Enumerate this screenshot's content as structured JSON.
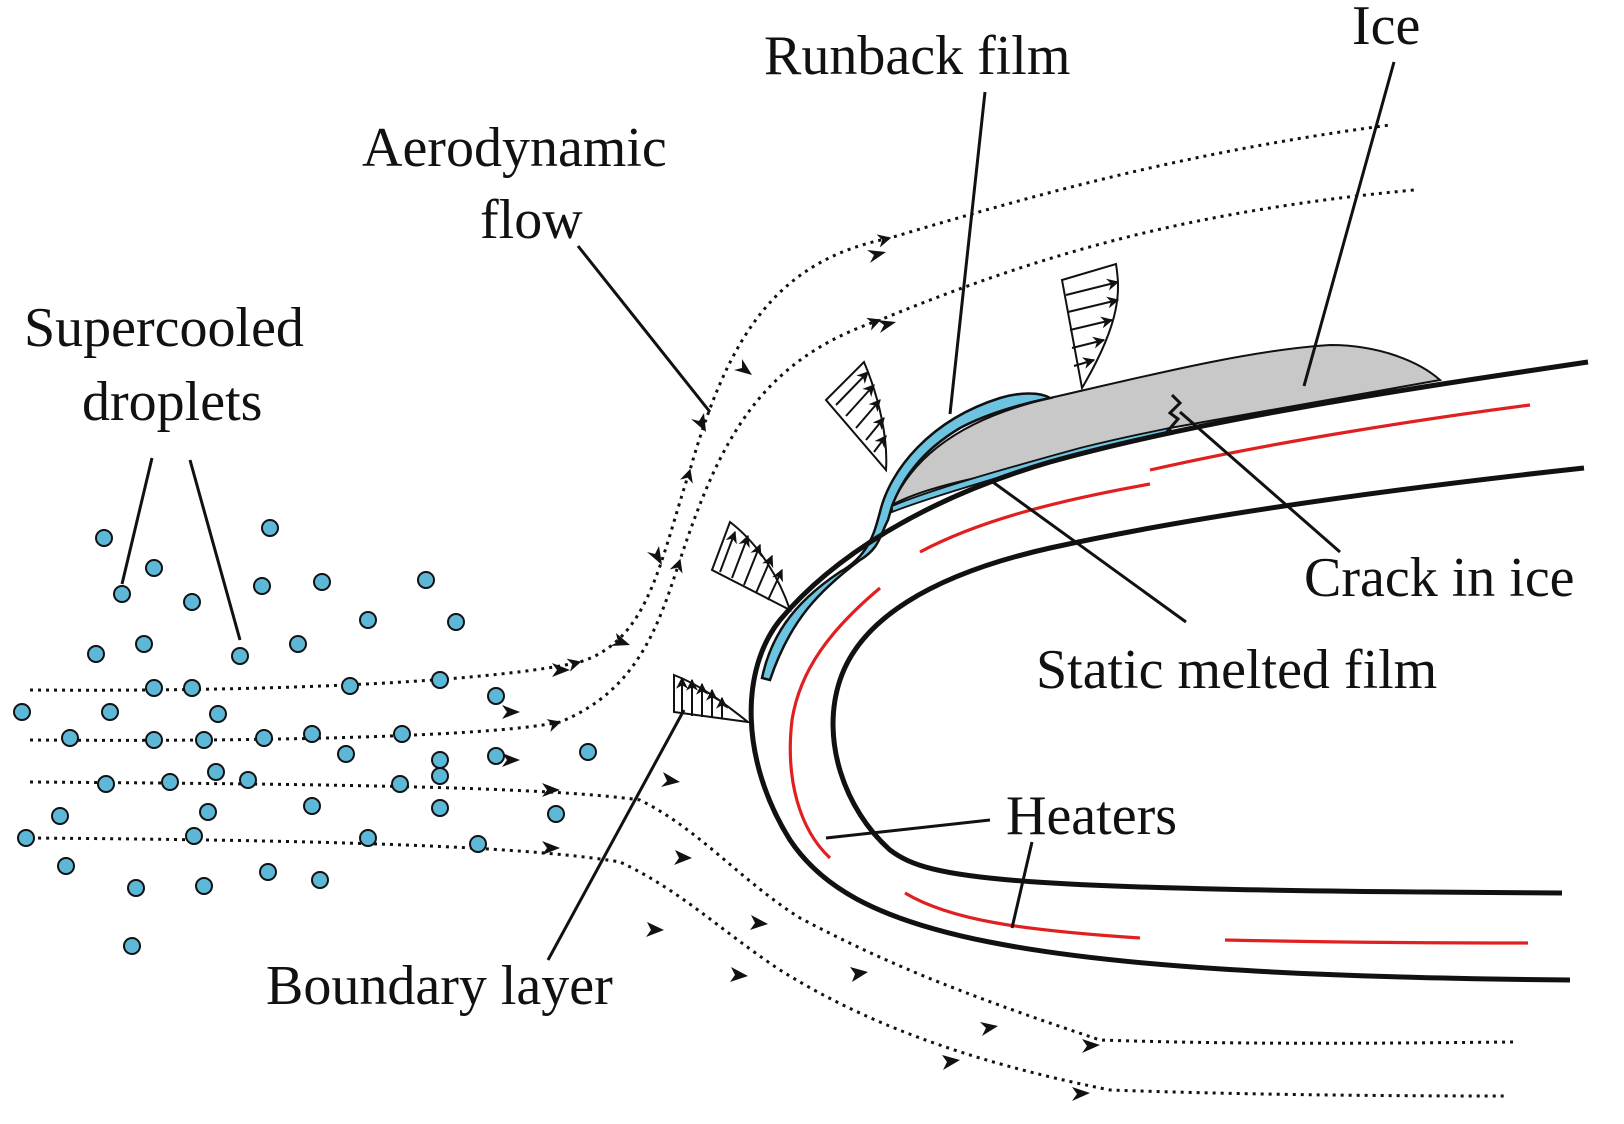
{
  "labels": {
    "runback_film": "Runback film",
    "ice": "Ice",
    "aerodynamic_flow_line1": "Aerodynamic",
    "aerodynamic_flow_line2": "flow",
    "supercooled_line1": "Supercooled",
    "supercooled_line2": "droplets",
    "crack_in_ice": "Crack in ice",
    "static_melted_film": "Static melted film",
    "heaters": "Heaters",
    "boundary_layer": "Boundary layer"
  },
  "colors": {
    "ink": "#111111",
    "droplet_fill": "#5db8d8",
    "runback_film": "#6cc4e0",
    "ice": "#c8c8c8",
    "heater": "#e02020"
  }
}
